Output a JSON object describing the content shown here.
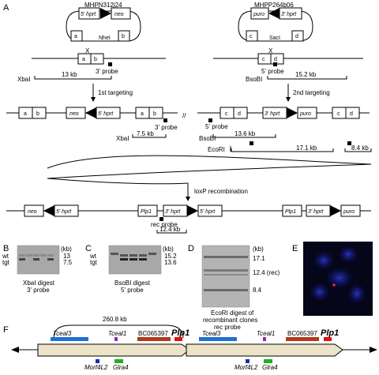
{
  "panels": {
    "a": "A",
    "b": "B",
    "c": "C",
    "d": "D",
    "e": "E",
    "f": "F"
  },
  "vectors": {
    "left": {
      "name": "MHPN312j24",
      "hprt": "5' hprt",
      "neo": "neo",
      "frag_a": "a",
      "frag_b": "b",
      "site": "NheI",
      "cross": "X"
    },
    "right": {
      "name": "MHPP264b06",
      "puro": "puro",
      "hprt": "3' hprt",
      "frag_c": "c",
      "frag_d": "d",
      "site": "SacI",
      "cross": "X"
    }
  },
  "wildtype": {
    "left": {
      "frag_a": "a",
      "frag_b": "b",
      "probe": "3' probe",
      "enzyme": "XbaI",
      "size": "13 kb"
    },
    "right": {
      "frag_c": "c",
      "frag_d": "d",
      "probe": "5' probe",
      "enzyme": "BsoBI",
      "size": "15.2 kb"
    }
  },
  "targeting": {
    "first": "1st targeting",
    "first_sup": "st",
    "second": "2nd targeting"
  },
  "targeted": {
    "left": {
      "a1": "a",
      "b1": "b",
      "neo": "neo",
      "hprt": "5' hprt",
      "a2": "a",
      "b2": "b",
      "probe": "3' probe",
      "enzyme": "XbaI",
      "size": "7.5 kb"
    },
    "break": "//",
    "right": {
      "c1": "c",
      "d1": "d",
      "hprt": "3' hprt",
      "puro": "puro",
      "c2": "c",
      "d2": "d",
      "probe": "5' probe",
      "enzyme1": "BsoBI",
      "size1": "13.6 kb",
      "enzyme2": "EcoRI",
      "size2": "17.1 kb",
      "size3": "8.4 kb"
    }
  },
  "recombination": {
    "label": "loxP recombination",
    "neo": "neo",
    "hprt5a": "5' hprt",
    "plp1a": "Plp1",
    "hprt3a": "3' hprt",
    "hprt5b": "5' hprt",
    "plp1b": "Plp1",
    "hprt3b": "3' hprt",
    "puro": "puro",
    "probe": "rec probe",
    "size": "12.4 kb"
  },
  "blot_b": {
    "unit": "(kb)",
    "wt": "wt",
    "tgt": "tgt",
    "s1": "13",
    "s2": "7.5",
    "caption1": "XbaI digest",
    "caption2": "3' probe"
  },
  "blot_c": {
    "unit": "(kb)",
    "wt": "wt",
    "tgt": "tgt",
    "s1": "15.2",
    "s2": "13.6",
    "caption1": "BsoBI digest",
    "caption2": "5' probe"
  },
  "blot_d": {
    "unit": "(kb)",
    "s1": "17.1",
    "s2": "12.4 (rec)",
    "s3": "8.4",
    "caption1": "EcoRI digest of",
    "caption2": "recombinant clones",
    "caption3": "rec probe"
  },
  "panel_f": {
    "span": "260.8 kb",
    "genes1": {
      "tceal3": "Tceal3",
      "tceal1": "Tceal1",
      "bc": "BC065397",
      "plp1": "Plp1",
      "morf": "Morf4L2",
      "glra": "Glra4"
    },
    "genes2": {
      "tceal3": "Tceal3",
      "tceal1": "Tceal1",
      "bc": "BC065397",
      "plp1": "Plp1",
      "morf": "Morf4L2",
      "glra": "Glra4"
    }
  },
  "colors": {
    "tceal3": "#1f6fd6",
    "tceal1": "#a020c0",
    "bc": "#b03a1a",
    "plp1": "#e01010",
    "morf": "#1a2bb0",
    "glra": "#22b022",
    "arrow_fill": "#ece3c8",
    "fish_bg": "#05061a"
  }
}
